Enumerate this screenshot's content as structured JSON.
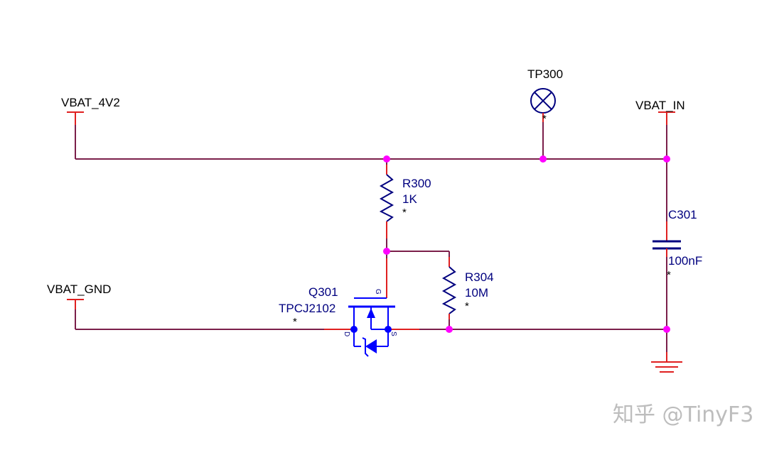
{
  "nets": {
    "vbat_4v2": "VBAT_4V2",
    "vbat_in": "VBAT_IN",
    "vbat_gnd": "VBAT_GND"
  },
  "components": {
    "tp300": {
      "ref": "TP300",
      "value": "*"
    },
    "r300": {
      "ref": "R300",
      "value": "1K",
      "star": "*"
    },
    "r304": {
      "ref": "R304",
      "value": "10M",
      "star": "*"
    },
    "c301": {
      "ref": "C301",
      "value": "100nF",
      "star": "*"
    },
    "q301": {
      "ref": "Q301",
      "value": "TPCJ2102",
      "star": "*",
      "pin_g": "G",
      "pin_d": "D",
      "pin_s": "S"
    }
  },
  "watermark": "知乎 @TinyF3",
  "colors": {
    "wire": "#7b1f4a",
    "pin_lead": "#e02020",
    "component": "#00007f",
    "junction": "#ff00ff",
    "mosfet": "#0000ff",
    "watermark": "#bdbdbd"
  }
}
